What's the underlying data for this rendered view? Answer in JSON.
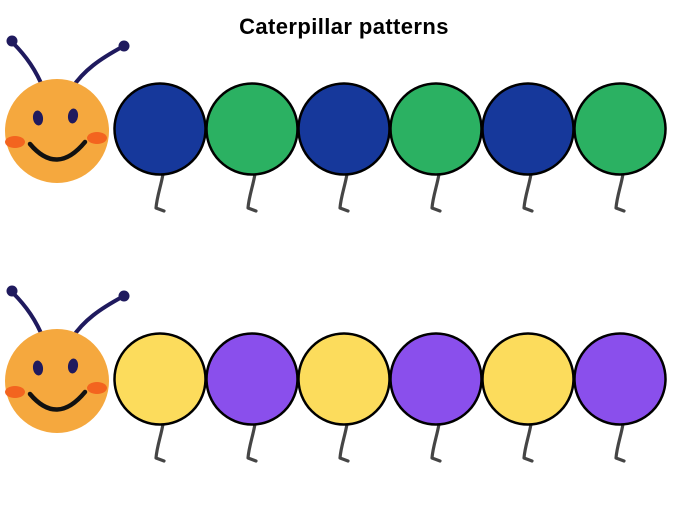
{
  "title": "Caterpillar patterns",
  "colors": {
    "background": "#FFFFFF",
    "title_text": "#000000",
    "head": "#F5A83E",
    "cheek": "#F3641F",
    "eye": "#1F1A5E",
    "antenna": "#1F1A5E",
    "smile": "#111111",
    "outline": "#000000",
    "leg": "#454545"
  },
  "segment_colors": {
    "blue": "#16389B",
    "green": "#2BB162",
    "yellow": "#FCDC5C",
    "purple": "#8A4FEC"
  },
  "caterpillars": [
    {
      "name": "caterpillar-top",
      "pattern": [
        "blue",
        "green",
        "blue",
        "green",
        "blue",
        "green"
      ]
    },
    {
      "name": "caterpillar-bottom",
      "pattern": [
        "yellow",
        "purple",
        "yellow",
        "purple",
        "yellow",
        "purple"
      ]
    }
  ]
}
